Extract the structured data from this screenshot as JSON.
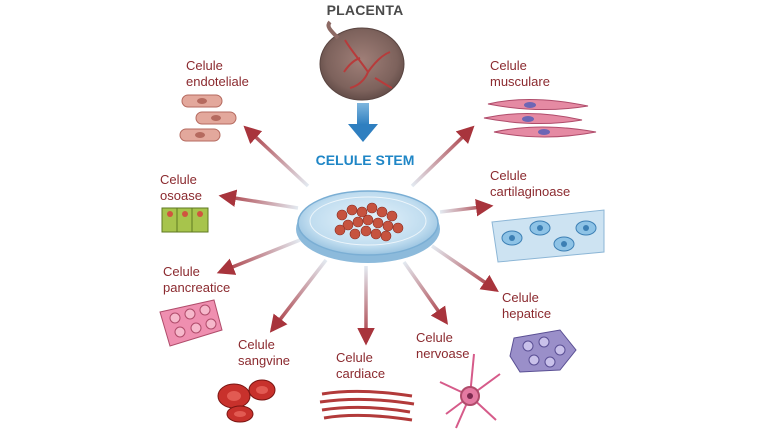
{
  "title_top": "PLACENTA",
  "center_label": "CELULE STEM",
  "colors": {
    "label": "#8b2a2f",
    "center": "#1f86c6",
    "arrow": "#a8343c",
    "down_arrow": "#2f7fc0"
  },
  "cells": [
    {
      "key": "endoteliale",
      "line1": "Celule",
      "line2": "endoteliale"
    },
    {
      "key": "musculare",
      "line1": "Celule",
      "line2": "musculare"
    },
    {
      "key": "osoase",
      "line1": "Celule",
      "line2": "osoase"
    },
    {
      "key": "cartilaginoase",
      "line1": "Celule",
      "line2": "cartilaginoase"
    },
    {
      "key": "pancreatice",
      "line1": "Celule",
      "line2": "pancreatice"
    },
    {
      "key": "hepatice",
      "line1": "Celule",
      "line2": "hepatice"
    },
    {
      "key": "sangvine",
      "line1": "Celule",
      "line2": "sangvine"
    },
    {
      "key": "cardiace",
      "line1": "Celule",
      "line2": "cardiace"
    },
    {
      "key": "nervoase",
      "line1": "Celule",
      "line2": "nervoase"
    }
  ]
}
